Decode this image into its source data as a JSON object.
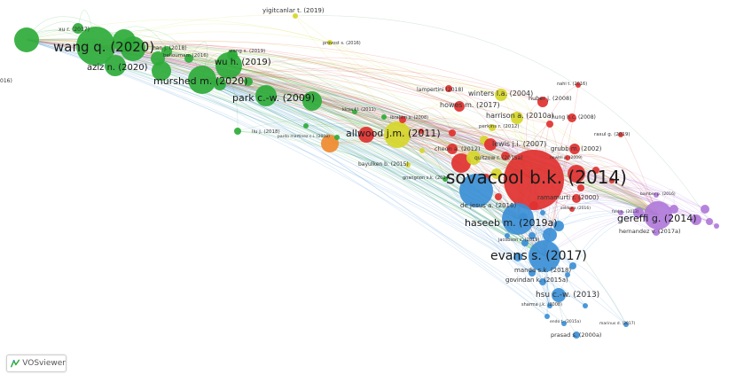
{
  "app": {
    "logo_text": "VOSviewer"
  },
  "colors": {
    "green": "#2eab3a",
    "red": "#e0312f",
    "yellow": "#d6d62a",
    "blue": "#3b8fd6",
    "purple": "#b07ad9",
    "orange": "#f08a2e"
  },
  "nodes": [
    {
      "id": "wang-q-2020",
      "label": "wang q. (2020)",
      "color": "green"
    },
    {
      "id": "xu-r-2017",
      "label": "xu r. (2017)",
      "color": "green"
    },
    {
      "id": "aziz-n-2020",
      "label": "aziz n. (2020)",
      "color": "green"
    },
    {
      "id": "han-j-2018",
      "label": "han j. (2018)",
      "color": "green"
    },
    {
      "id": "bellouman-2016",
      "label": "belloumam (2016)",
      "color": "green"
    },
    {
      "id": "wang-s-2019",
      "label": "wang s. (2019)",
      "color": "green"
    },
    {
      "id": "wu-h-2019",
      "label": "wu h. (2019)",
      "color": "green"
    },
    {
      "id": "murshed-m-2020",
      "label": "murshed m. (2020)",
      "color": "green"
    },
    {
      "id": "park-cw-2009",
      "label": "park c.-w. (2009)",
      "color": "green"
    },
    {
      "id": "liu-j-2018",
      "label": "liu j. (2018)",
      "color": "green"
    },
    {
      "id": "left-2016",
      "label": "016)",
      "color": "green"
    },
    {
      "id": "yigitcanlar-2019",
      "label": "yigitcanlar t. (2019)",
      "color": "yellow"
    },
    {
      "id": "provost-2016",
      "label": "provost s. (2016)",
      "color": "yellow"
    },
    {
      "id": "allwood-2011",
      "label": "allwood j.m. (2011)",
      "color": "yellow"
    },
    {
      "id": "kirsa-2011",
      "label": "kirsa f.l. (2011)",
      "color": "green"
    },
    {
      "id": "ibrahim-2008",
      "label": "ibrahim s. (2008)",
      "color": "red"
    },
    {
      "id": "pardo-2008",
      "label": "pardo martinez c.i. (2008)",
      "color": "green"
    },
    {
      "id": "bayulken-2015",
      "label": "bayulken b. (2015)",
      "color": "yellow"
    },
    {
      "id": "gnangnon-2014",
      "label": "gnangnon s.k. (2014)",
      "color": "green"
    },
    {
      "id": "lampertini-2018",
      "label": "lampertini (2018)",
      "color": "red"
    },
    {
      "id": "winters-2004",
      "label": "winters l.a. (2004)",
      "color": "yellow"
    },
    {
      "id": "huber-2008",
      "label": "huber j. (2008)",
      "color": "red"
    },
    {
      "id": "nahi-2016",
      "label": "nahi t. (2016)",
      "color": "red"
    },
    {
      "id": "howes-2017",
      "label": "howes m. (2017)",
      "color": "red"
    },
    {
      "id": "harrison-2010",
      "label": "harrison a. (2010a)",
      "color": "yellow"
    },
    {
      "id": "hung-2008",
      "label": "hung h.c. (2008)",
      "color": "red"
    },
    {
      "id": "perkins-2012",
      "label": "perkins r. (2012)",
      "color": "yellow"
    },
    {
      "id": "rasul-2019",
      "label": "rasul g. (2019)",
      "color": "red"
    },
    {
      "id": "lewis-2007",
      "label": "lewis j.i. (2007)",
      "color": "red"
    },
    {
      "id": "grubb-2002",
      "label": "grubb m. (2002)",
      "color": "red"
    },
    {
      "id": "cheon-2012",
      "label": "cheon a. (2012)",
      "color": "red"
    },
    {
      "id": "quitzow-2015",
      "label": "quitzow r. (2015a)",
      "color": "yellow"
    },
    {
      "id": "newell-2009",
      "label": "newell p. (2009)",
      "color": "red"
    },
    {
      "id": "sovacool-2014",
      "label": "sovacool b.k. (2014)",
      "color": "red"
    },
    {
      "id": "ramamurti-2000",
      "label": "ramamurti r. (2000)",
      "color": "red"
    },
    {
      "id": "sekkura-2016",
      "label": "sekkura (2016)",
      "color": "red"
    },
    {
      "id": "dejesus-2016",
      "label": "de jesus a. (2016)",
      "color": "blue"
    },
    {
      "id": "haseeb-2019",
      "label": "haseeb m. (2019a)",
      "color": "blue"
    },
    {
      "id": "gereffi-2014",
      "label": "gereffi g. (2014)",
      "color": "purple"
    },
    {
      "id": "bamber-2016",
      "label": "bamber p. (2016)",
      "color": "purple"
    },
    {
      "id": "fold-2013",
      "label": "fold n. (2013)",
      "color": "purple"
    },
    {
      "id": "hernandez-2017",
      "label": "hernandez v. (2017a)",
      "color": "purple"
    },
    {
      "id": "jacobson-2019",
      "label": "jacobson s. (2019)",
      "color": "blue"
    },
    {
      "id": "evans-2017",
      "label": "evans s. (2017)",
      "color": "blue"
    },
    {
      "id": "manda-2018",
      "label": "manda s.k. (2018)",
      "color": "blue"
    },
    {
      "id": "govindan-2015",
      "label": "govindan k. (2015a)",
      "color": "blue"
    },
    {
      "id": "hsu-2013",
      "label": "hsu c.-w. (2013)",
      "color": "blue"
    },
    {
      "id": "sharma-2008",
      "label": "sharma j.k. (2008)",
      "color": "blue"
    },
    {
      "id": "endo-2015",
      "label": "endo t. (2015a)",
      "color": "blue"
    },
    {
      "id": "marinus-2017",
      "label": "marinus d. (2017)",
      "color": "blue"
    },
    {
      "id": "prasad-2000",
      "label": "prasad s. (2000a)",
      "color": "blue"
    }
  ]
}
